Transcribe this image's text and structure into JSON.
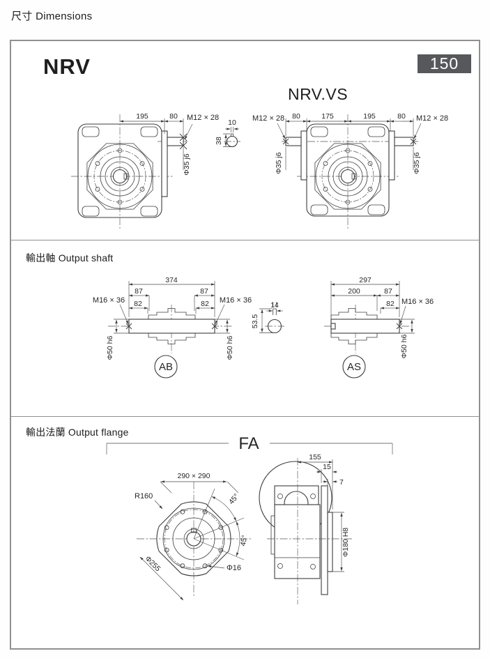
{
  "page": {
    "header_cn": "尺寸",
    "header_en": "Dimensions",
    "badge": "150"
  },
  "overall": {
    "title": "NRV",
    "vs_title": "NRV.VS",
    "front": {
      "dim_195": "195",
      "dim_80": "80",
      "thread": "M12 × 28",
      "shaft_dia": "Φ35 j6",
      "key_width": "10",
      "key_height": "38"
    },
    "vs": {
      "dim_80_left": "80",
      "dim_175": "175",
      "dim_195": "195",
      "dim_80_right": "80",
      "thread_left": "M12 × 28",
      "thread_right": "M12 × 28",
      "shaft_dia_left": "Φ35 j6",
      "shaft_dia_right": "Φ35 j6"
    }
  },
  "output_shaft": {
    "label_cn": "輸出軸",
    "label_en": "Output shaft",
    "ab": {
      "label": "AB",
      "dim_total": "374",
      "dim_87_left": "87",
      "dim_87_right": "87",
      "dim_82_left": "82",
      "dim_82_right": "82",
      "thread_left": "M16 × 36",
      "thread_right": "M16 × 36",
      "dia_left": "Φ50 h6",
      "dia_right": "Φ50 h6"
    },
    "key": {
      "width": "14",
      "height": "53.5"
    },
    "as": {
      "label": "AS",
      "dim_total": "297",
      "dim_200": "200",
      "dim_87": "87",
      "dim_82": "82",
      "thread": "M16 × 36",
      "dia": "Φ50 h6"
    }
  },
  "output_flange": {
    "label_cn": "輸出法蘭",
    "label_en": "Output flange",
    "fa": "FA",
    "front": {
      "square": "290 × 290",
      "radius": "R160",
      "angle_top": "45°",
      "angle_right": "45°",
      "bolt_circle": "Φ255",
      "hole": "Φ16"
    },
    "side": {
      "dim_155": "155",
      "dim_15": "15",
      "dim_7": "7",
      "bore": "Φ180 H8"
    }
  },
  "colors": {
    "line": "#3c3c3c",
    "badge_bg": "#57585b",
    "badge_text": "#ffffff"
  }
}
